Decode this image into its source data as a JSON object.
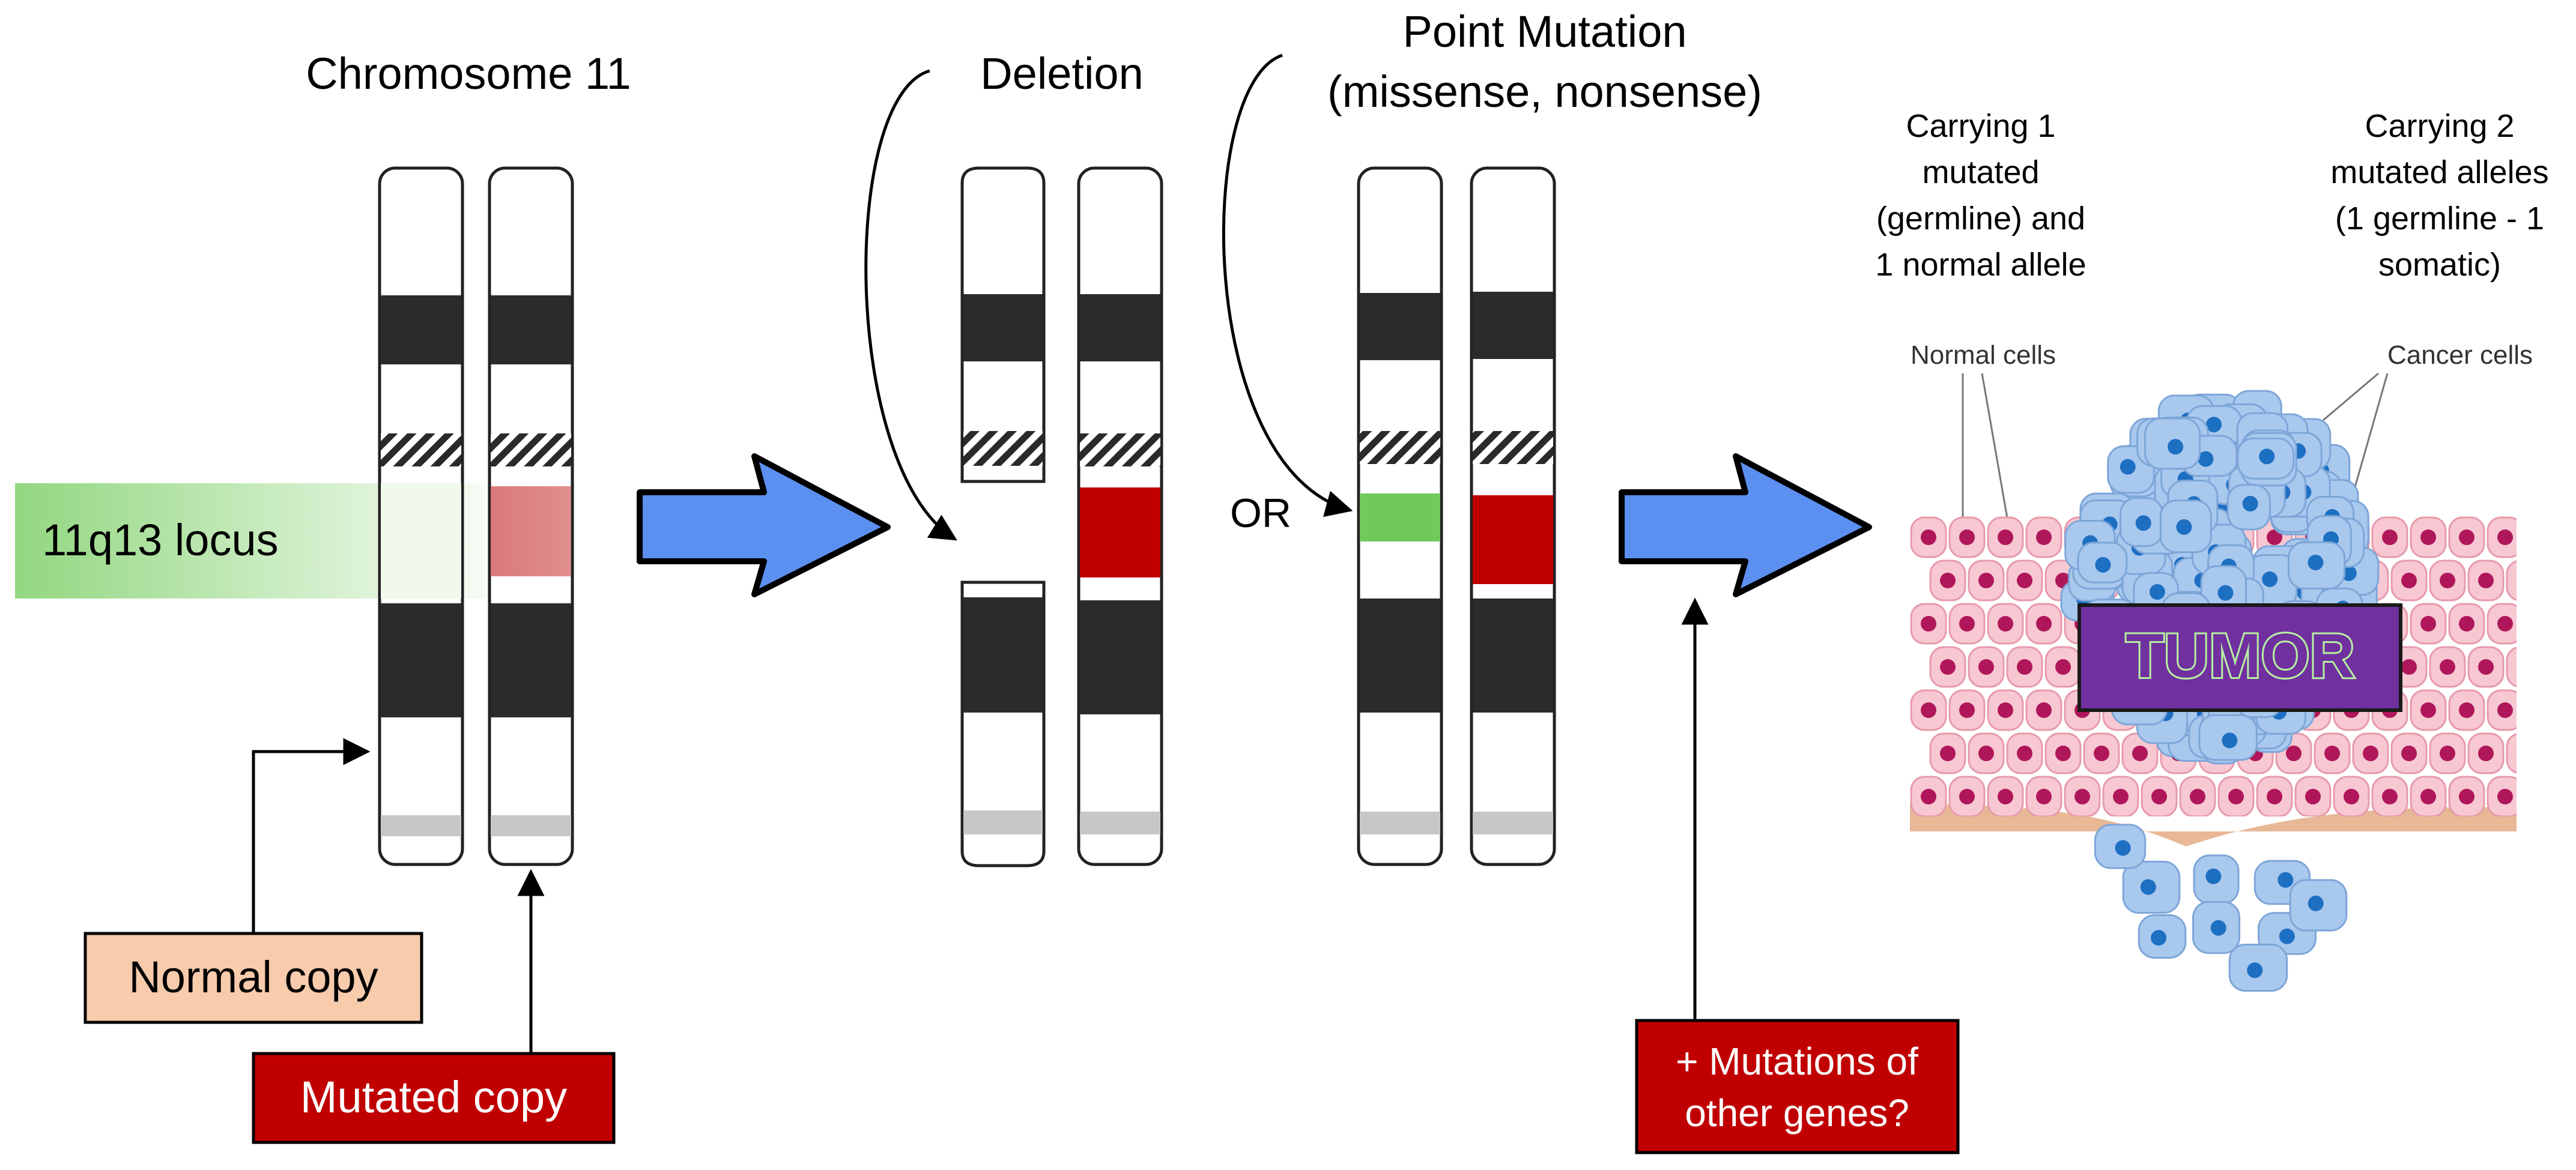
{
  "titles": {
    "chromosome": "Chromosome 11",
    "deletion": "Deletion",
    "point_mutation_1": "Point Mutation",
    "point_mutation_2": "(missense, nonsense)"
  },
  "locus_label": "11q13 locus",
  "or_label": "OR",
  "legend": {
    "normal_copy": "Normal copy",
    "mutated_copy": "Mutated copy"
  },
  "other_mutations": {
    "line1": "+ Mutations of",
    "line2": "other genes?"
  },
  "tumor": {
    "label": "TUMOR",
    "normal_cells": "Normal cells",
    "cancer_cells": "Cancer cells",
    "carrying1": [
      "Carrying 1",
      "mutated",
      "(germline) and",
      "1 normal allele"
    ],
    "carrying2": [
      "Carrying 2",
      "mutated alleles",
      "(1 germline - 1",
      "somatic)"
    ]
  },
  "colors": {
    "mutated_red": "#c00000",
    "normal_peach": "#f8cbad",
    "locus_green": "#70c95a",
    "arrow_blue": "#5b8ff0",
    "tumor_purple": "#7030a0",
    "tumor_text": "#b6f0a0",
    "cancer_cell": "#a9c8ee",
    "normal_cell": "#f7c8d2"
  }
}
